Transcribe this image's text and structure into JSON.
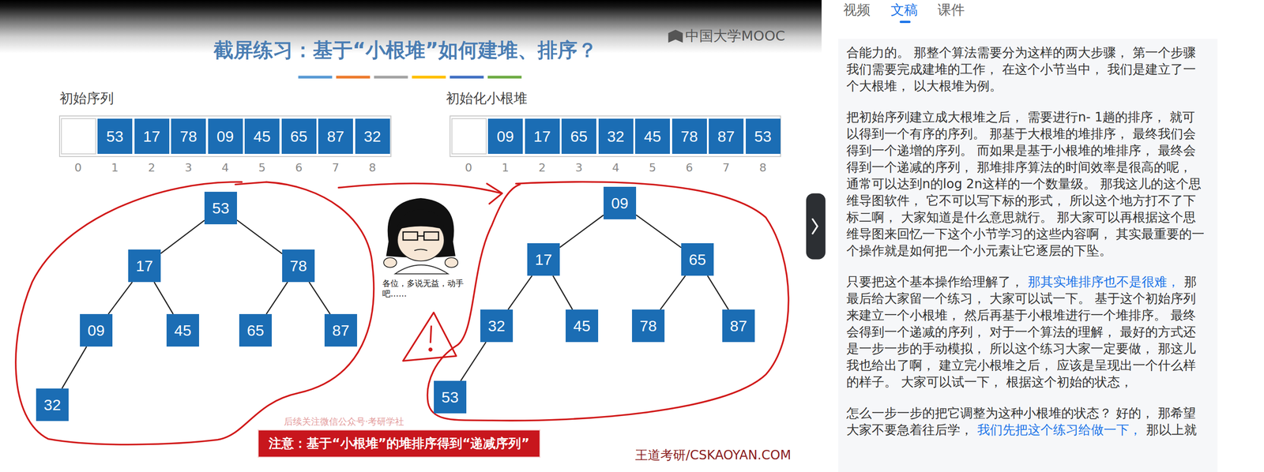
{
  "diagram": {
    "title": "截屏练习：基于“小根堆”如何建堆、排序？",
    "nodes": [
      {
        "text": [
          "53"
        ]
      },
      {
        "text": [
          "17"
        ]
      },
      {
        "text": [
          "78"
        ]
      },
      {
        "text": [
          "09"
        ]
      },
      {
        "text": [
          "45"
        ]
      },
      {
        "text": [
          "65"
        ]
      },
      {
        "text": [
          "87"
        ]
      },
      {
        "text": [
          "32"
        ]
      },
      {
        "text": [
          "09"
        ]
      },
      {
        "text": [
          "17"
        ]
      },
      {
        "text": [
          "65"
        ]
      },
      {
        "text": [
          "32"
        ]
      },
      {
        "text": [
          "45"
        ]
      },
      {
        "text": [
          "78"
        ]
      },
      {
        "text": [
          "87"
        ]
      },
      {
        "text": [
          "53"
        ]
      },
      {
        "text": [
          "53"
        ]
      },
      {
        "text": [
          "17"
        ]
      },
      {
        "text": [
          "78"
        ]
      },
      {
        "text": [
          "09"
        ]
      },
      {
        "text": [
          "45"
        ]
      },
      {
        "text": [
          "65"
        ]
      },
      {
        "text": [
          "87"
        ]
      },
      {
        "text": [
          "32"
        ]
      },
      {
        "text": [
          "09"
        ]
      },
      {
        "text": [
          "17"
        ]
      },
      {
        "text": [
          "65"
        ]
      },
      {
        "text": [
          "32"
        ]
      },
      {
        "text": [
          "45"
        ]
      },
      {
        "text": [
          "78"
        ]
      },
      {
        "text": [
          "87"
        ]
      },
      {
        "text": [
          "53"
        ]
      },
      {
        "text": [
          "注意：基于“小根堆”的堆排序得到“递减序列”"
        ]
      }
    ],
    "edges": [
      {
        "from": 16,
        "to": 17,
        "arrow": "none"
      },
      {
        "from": 16,
        "to": 18,
        "arrow": "none"
      },
      {
        "from": 17,
        "to": 19,
        "arrow": "none"
      },
      {
        "from": 17,
        "to": 20,
        "arrow": "none"
      },
      {
        "from": 18,
        "to": 21,
        "arrow": "none"
      },
      {
        "from": 18,
        "to": 22,
        "arrow": "none"
      },
      {
        "from": 19,
        "to": 23,
        "arrow": "none"
      },
      {
        "from": 24,
        "to": 25,
        "arrow": "none"
      },
      {
        "from": 24,
        "to": 26,
        "arrow": "none"
      },
      {
        "from": 25,
        "to": 27,
        "arrow": "none"
      },
      {
        "from": 25,
        "to": 28,
        "arrow": "none"
      },
      {
        "from": 26,
        "to": 29,
        "arrow": "none"
      },
      {
        "from": 26,
        "to": 30,
        "arrow": "none"
      },
      {
        "from": 27,
        "to": 31,
        "arrow": "none"
      }
    ],
    "labels": [
      "中国大学MOOC",
      "初始序列",
      "初始化小根堆",
      "0",
      "1",
      "2",
      "3",
      "4",
      "5",
      "6",
      "7",
      "8",
      "0",
      "1",
      "2",
      "3",
      "4",
      "5",
      "6",
      "7",
      "8",
      "各位，多说无益，动手吧……",
      "后续关注微信公众号·考研学社",
      "王道考研/CSKAOYAN.COM",
      "视频",
      "文稿",
      "课件",
      "合能力的。 那整个算法需要分为这样的两大步骤， 第一个步骤我们需要完成建堆的工作， 在这个小节当中， 我们是建立了一个大根堆， 以大根堆为例。",
      "把初始序列建立成大根堆之后， 需要进行n- 1趟的排序， 就可以得到一个有序的序列。 那基于大根堆的堆排序， 最终我们会得到一个递增的序列。 而如果是基于小根堆的堆排序， 最终会得到一个递减的序列， 那堆排序算法的时间效率是很高的呢， 通常可以达到n的log 2n这样的一个数量级。 那我这儿的这个思维导图软件， 它不可以写下标的形式， 所以这个地方打不了下标二啊， 大家知道是什么意思就行。 那大家可以再根据这个思维导图来回忆一下这个小节学习的这些内容啊， 其实最重要的一个操作就是如何把一个小元素让它逐层的下坠。",
      "只要把这个基本操作给理解了，",
      "那其实堆排序也不是很难，",
      "那最后给大家留一个练习， 大家可以试一下。 基于这个初始序列来建立一个小根堆， 然后再基于小根堆进行一个堆排序。 最终会得到一个递减的序列， 对于一个算法的理解， 最好的方式还是一步一步的手动模拟， 所以这个练习大家一定要做， 那这儿我也给出了啊， 建立完小根堆之后， 应该是呈现出一个什么样的样子。 大家可以试一下， 根据这个初始的状态，",
      "怎么一步一步的把它调整为这种小根堆的状态？ 好的， 那希望大家不要急着往后学，",
      "我们先把这个练习给做一下，",
      "那以上就"
    ]
  }
}
